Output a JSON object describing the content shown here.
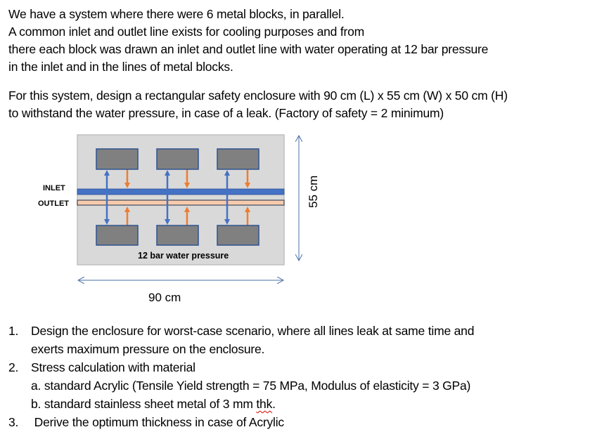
{
  "intro": {
    "lines": [
      "We have a system where  there were 6 metal blocks, in parallel.",
      "A common inlet and outlet line exists for cooling purposes and from",
      "there each block was drawn an inlet and outlet line with water operating at 12 bar pressure",
      "in the inlet and in the lines of metal blocks."
    ]
  },
  "task": {
    "lines": [
      "For this system, design a rectangular safety enclosure with 90 cm (L) x 55 cm (W) x 50 cm (H)",
      "to withstand the water pressure, in case of a  leak. (Factory of safety = 2 minimum)"
    ]
  },
  "diagram": {
    "inlet_label": "INLET",
    "outlet_label": "OUTLET",
    "pressure_label": "12 bar water pressure",
    "width_dimension": "90 cm",
    "height_dimension": "55 cm",
    "block_count": 6,
    "colors": {
      "enclosure_fill": "#d9d9d9",
      "enclosure_border": "#bfbfbf",
      "block_fill": "#808080",
      "block_border": "#2f528f",
      "inlet_pipe": "#4472c4",
      "outlet_pipe_fill": "#f8cbad",
      "outlet_pipe_border": "#404a5c",
      "inlet_arrow": "#4472c4",
      "outlet_arrow": "#ed7d31",
      "dimension_arrow": "#4a6fa5"
    }
  },
  "questions": {
    "q1": {
      "number": "1.",
      "line1": "Design the enclosure for worst-case scenario, where all lines leak at same time and",
      "line2": "exerts maximum pressure on the enclosure."
    },
    "q2": {
      "number": "2.",
      "text": "Stress calculation with material",
      "a": "a. standard Acrylic  (Tensile Yield strength = 75 MPa, Modulus of elasticity = 3 GPa)",
      "b_prefix": "b. standard stainless sheet metal of 3 mm ",
      "b_flagged": "thk",
      "b_suffix": "."
    },
    "q3": {
      "number": "3.",
      "text": " Derive the optimum thickness in case of Acrylic"
    }
  }
}
